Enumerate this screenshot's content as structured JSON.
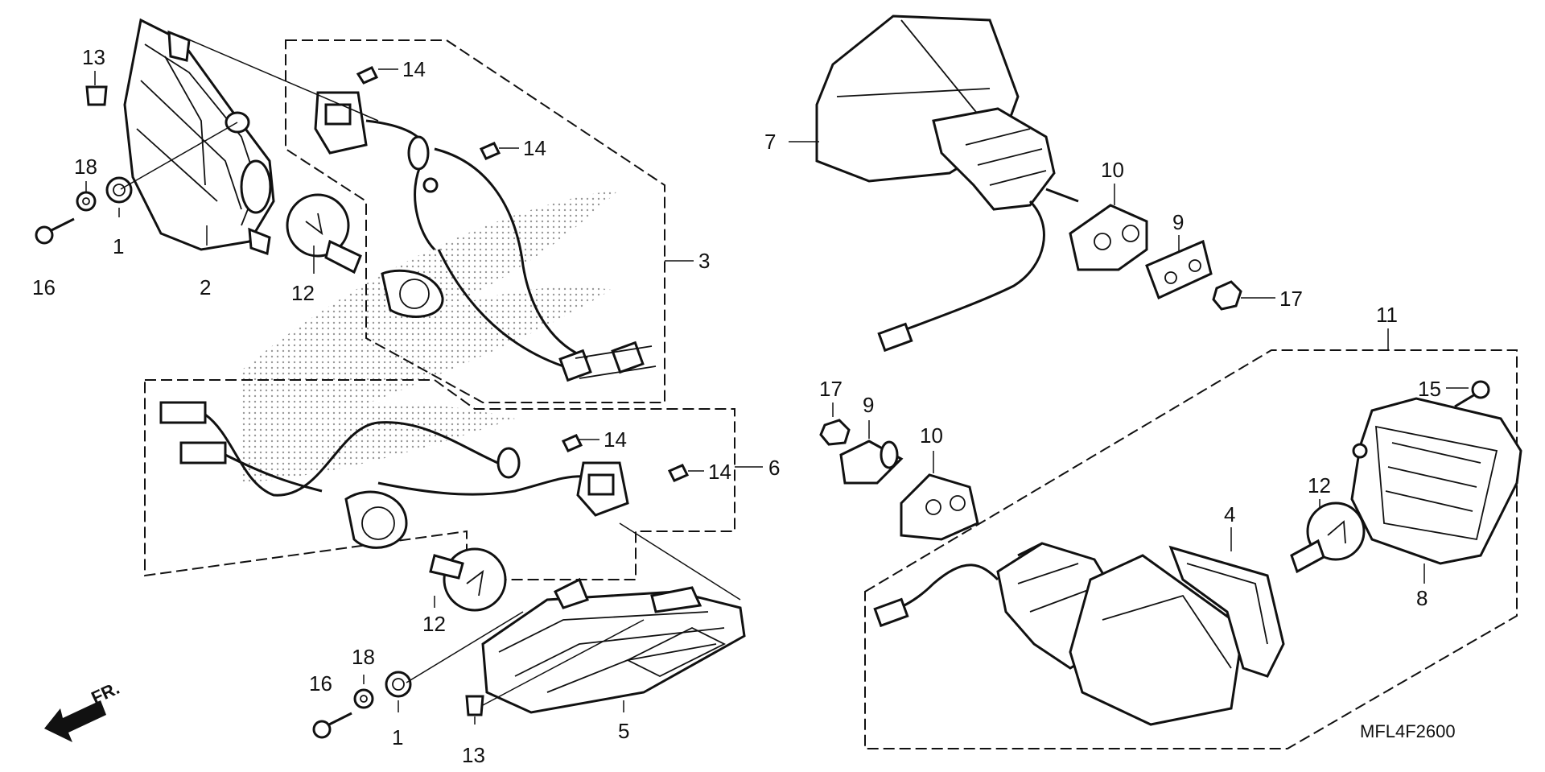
{
  "diagram_code": "MFL4F2600",
  "direction_label": "FR.",
  "callouts": [
    {
      "id": "c13a",
      "text": "13"
    },
    {
      "id": "c18a",
      "text": "18"
    },
    {
      "id": "c1a",
      "text": "1"
    },
    {
      "id": "c16a",
      "text": "16"
    },
    {
      "id": "c2",
      "text": "2"
    },
    {
      "id": "c12a",
      "text": "12"
    },
    {
      "id": "c14a",
      "text": "14"
    },
    {
      "id": "c14b",
      "text": "14"
    },
    {
      "id": "c3",
      "text": "3"
    },
    {
      "id": "c14c",
      "text": "14"
    },
    {
      "id": "c14d",
      "text": "14"
    },
    {
      "id": "c6",
      "text": "6"
    },
    {
      "id": "c12b",
      "text": "12"
    },
    {
      "id": "c18b",
      "text": "18"
    },
    {
      "id": "c16b",
      "text": "16"
    },
    {
      "id": "c1b",
      "text": "1"
    },
    {
      "id": "c13b",
      "text": "13"
    },
    {
      "id": "c5",
      "text": "5"
    },
    {
      "id": "c7",
      "text": "7"
    },
    {
      "id": "c10a",
      "text": "10"
    },
    {
      "id": "c9a",
      "text": "9"
    },
    {
      "id": "c17a",
      "text": "17"
    },
    {
      "id": "c11",
      "text": "11"
    },
    {
      "id": "c17b",
      "text": "17"
    },
    {
      "id": "c9b",
      "text": "9"
    },
    {
      "id": "c10b",
      "text": "10"
    },
    {
      "id": "c15",
      "text": "15"
    },
    {
      "id": "c12c",
      "text": "12"
    },
    {
      "id": "c4",
      "text": "4"
    },
    {
      "id": "c8",
      "text": "8"
    }
  ]
}
